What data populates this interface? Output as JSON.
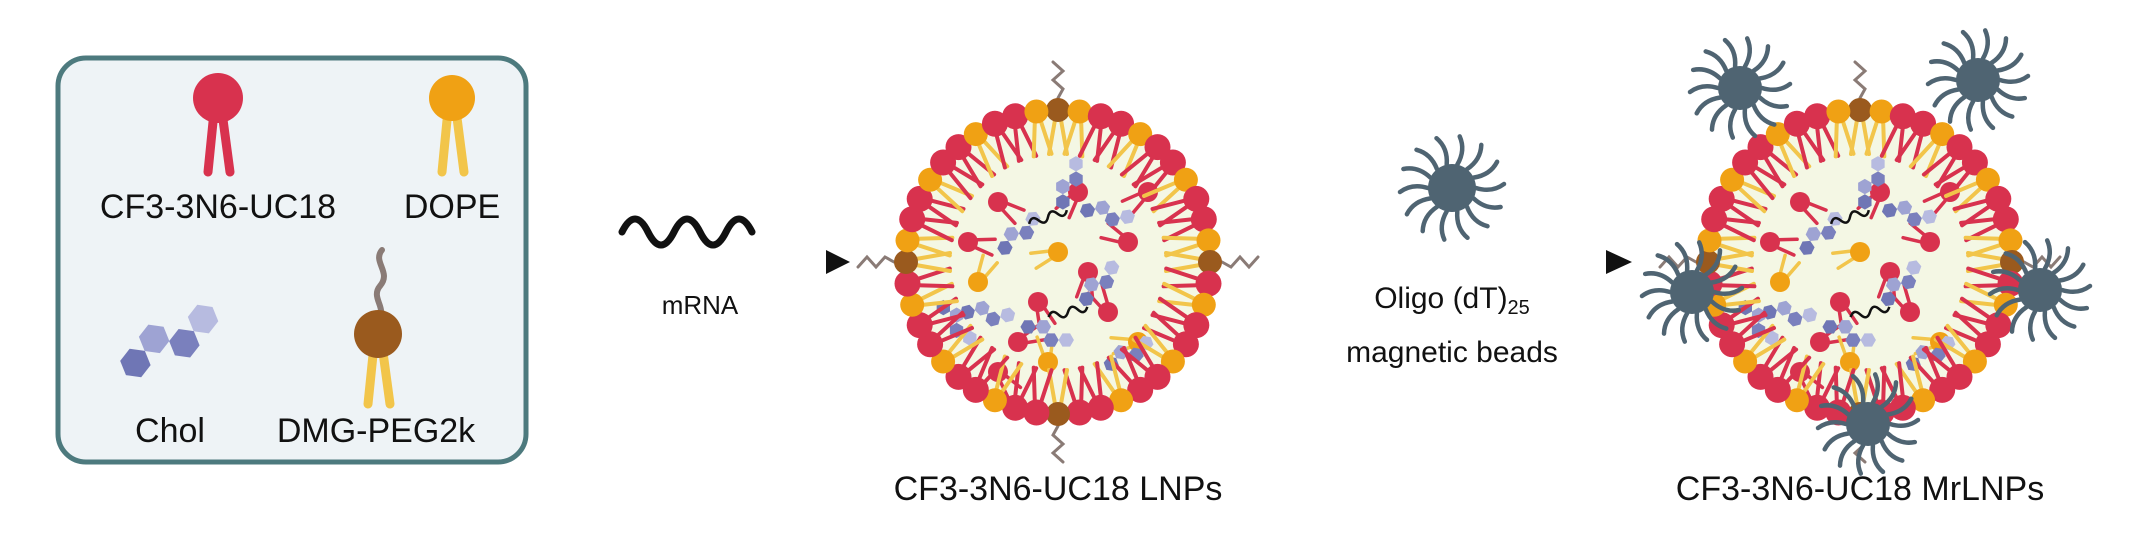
{
  "legend": {
    "items": [
      {
        "label": "CF3-3N6-UC18",
        "icon": "ionizable-lipid-icon"
      },
      {
        "label": "DOPE",
        "icon": "helper-lipid-icon"
      },
      {
        "label": "Chol",
        "icon": "cholesterol-icon"
      },
      {
        "label": "DMG-PEG2k",
        "icon": "peg-lipid-icon"
      }
    ]
  },
  "step1": {
    "label": "mRNA"
  },
  "step2": {
    "line1_prefix": "Oligo (dT)",
    "line1_sub": "25",
    "line2": "magnetic beads"
  },
  "particles": {
    "lnp_label": "CF3-3N6-UC18 LNPs",
    "mrlnp_label": "CF3-3N6-UC18 MrLNPs"
  },
  "colors": {
    "ionizable_lipid": "#d8324e",
    "helper_lipid": "#f0a114",
    "helper_tail": "#f2c54a",
    "cholesterol": "#8a8fc4",
    "peg_head": "#9a5a1e",
    "peg_chain": "#8a7b76",
    "bead": "#4f6472",
    "core": "#f4f7e4",
    "legend_bg": "#eef3f6",
    "legend_border": "#4d7a7e"
  }
}
